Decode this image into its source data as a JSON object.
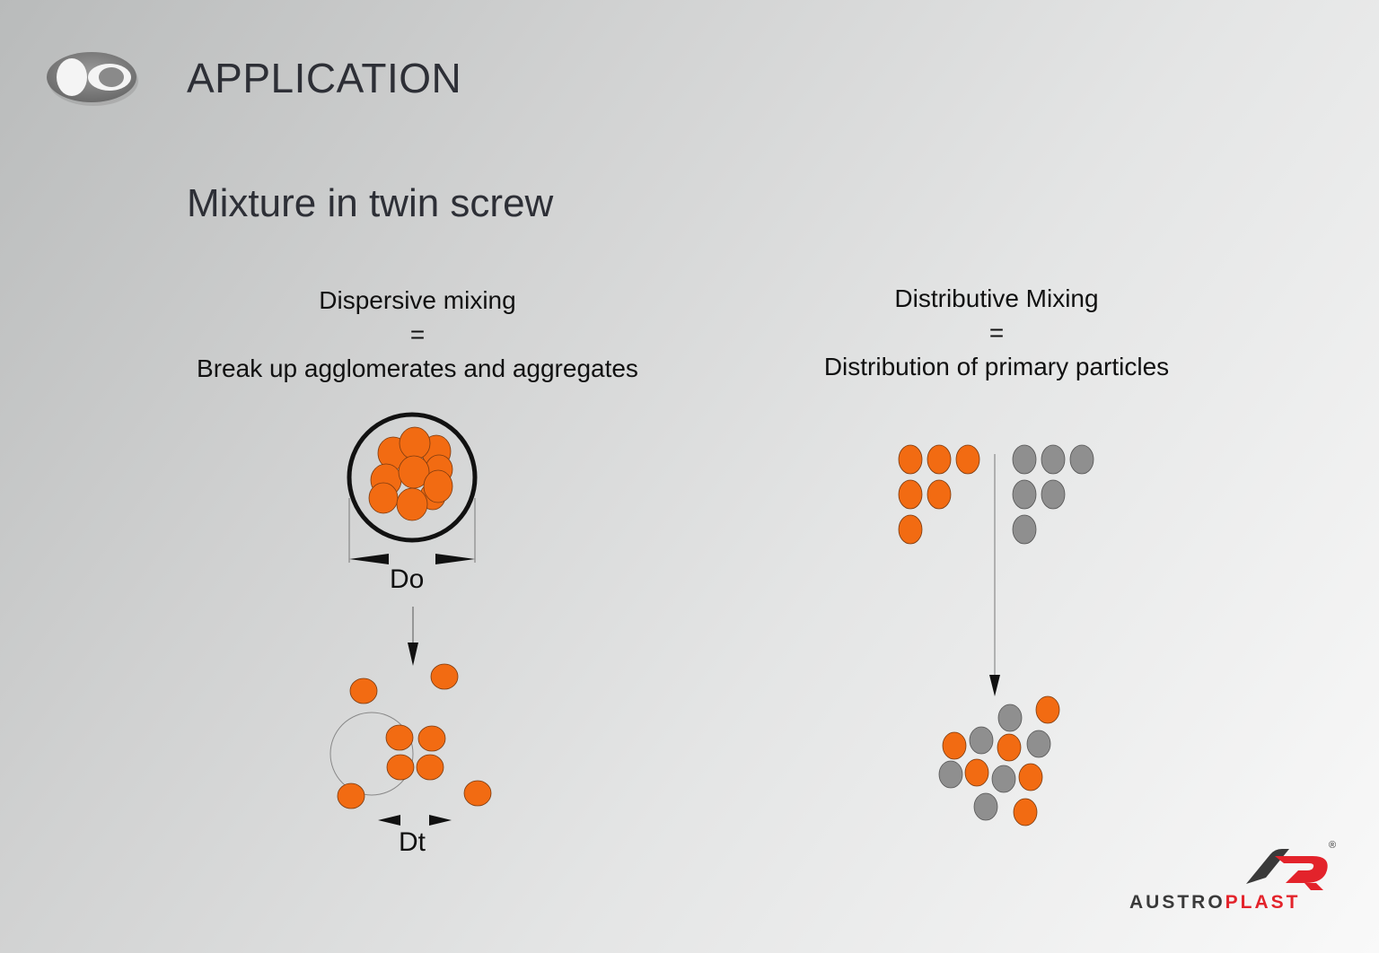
{
  "header": {
    "title": "APPLICATION"
  },
  "subtitle": "Mixture in twin screw",
  "dispersive": {
    "title": "Dispersive mixing",
    "equals": "=",
    "description": "Break up agglomerates and aggregates",
    "initial_label": "Do",
    "final_label": "Dt"
  },
  "distributive": {
    "title": "Distributive Mixing",
    "equals": "=",
    "description": "Distribution of primary particles"
  },
  "brand": {
    "name_part1": "AUSTRO",
    "name_part2": "PLAST",
    "registered": "®"
  },
  "colors": {
    "particle_orange": "#f26b12",
    "particle_grey": "#8f8f8f",
    "brand_red": "#e3232b",
    "brand_dark": "#3a3a3a",
    "title_text": "#2d2f36"
  },
  "icons": {
    "header_logo": "twin-screw-icon",
    "down_arrow": "arrow-down-icon"
  }
}
